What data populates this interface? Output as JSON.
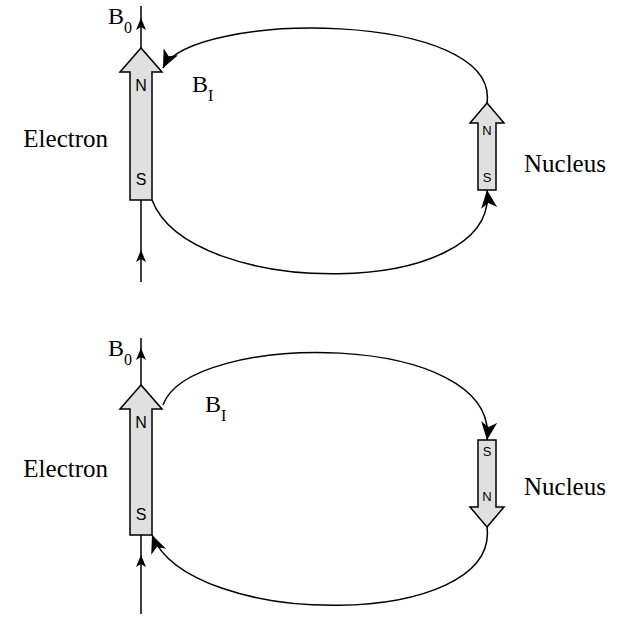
{
  "diagram": {
    "nodes": [
      {
        "text": [
          "Electron",
          "N",
          "S"
        ]
      },
      {
        "text": [
          "N",
          "S",
          "Nucleus"
        ]
      },
      {
        "text": [
          "Electron",
          "N",
          "S"
        ]
      },
      {
        "text": [
          "S",
          "N",
          "Nucleus"
        ]
      }
    ],
    "edges": [
      {
        "from": 1,
        "to": 0,
        "arrow": "to"
      },
      {
        "from": 0,
        "to": 1,
        "arrow": "to"
      },
      {
        "from": 3,
        "to": 2,
        "arrow": "to"
      },
      {
        "from": 2,
        "to": 3,
        "arrow": "to"
      }
    ],
    "labels": [
      "B",
      "0",
      "B",
      "I",
      "B",
      "0",
      "B",
      "I"
    ]
  }
}
